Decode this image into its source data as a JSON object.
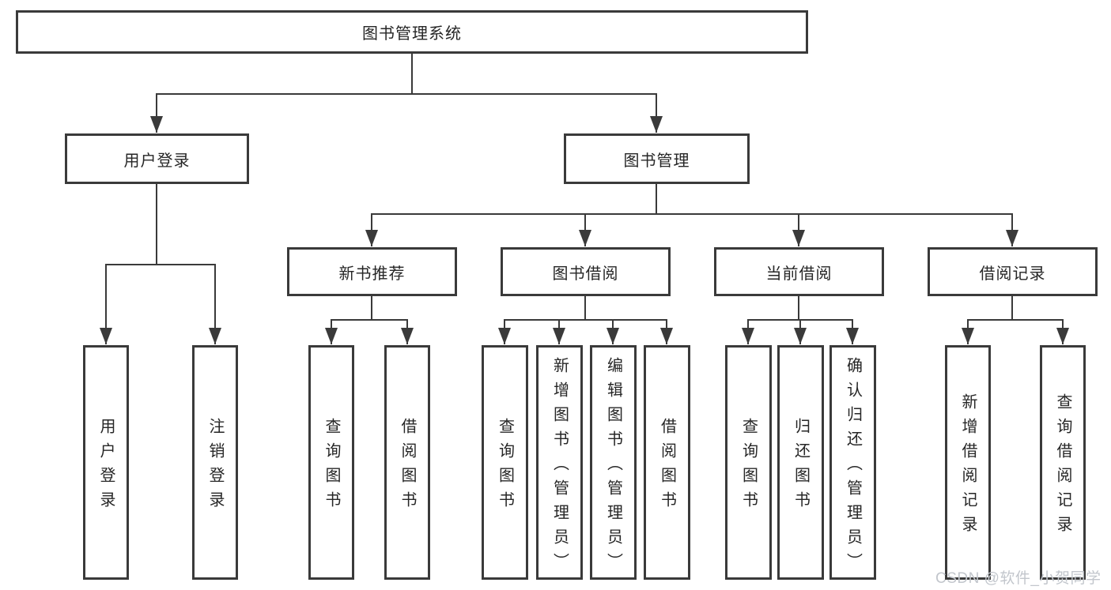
{
  "diagram": {
    "type": "hierarchy-tree",
    "root": {
      "label": "图书管理系统"
    },
    "level2": [
      {
        "label": "用户登录"
      },
      {
        "label": "图书管理"
      }
    ],
    "level3": [
      {
        "label": "新书推荐",
        "parent": "图书管理"
      },
      {
        "label": "图书借阅",
        "parent": "图书管理"
      },
      {
        "label": "当前借阅",
        "parent": "图书管理"
      },
      {
        "label": "借阅记录",
        "parent": "图书管理"
      }
    ],
    "leaves": [
      {
        "label": "用户登录",
        "parent": "用户登录"
      },
      {
        "label": "注销登录",
        "parent": "用户登录"
      },
      {
        "label": "查询图书",
        "parent": "新书推荐"
      },
      {
        "label": "借阅图书",
        "parent": "新书推荐"
      },
      {
        "label": "查询图书",
        "parent": "图书借阅"
      },
      {
        "label": "新增图书（管理员）",
        "parent": "图书借阅"
      },
      {
        "label": "编辑图书（管理员）",
        "parent": "图书借阅"
      },
      {
        "label": "借阅图书",
        "parent": "图书借阅"
      },
      {
        "label": "查询图书",
        "parent": "当前借阅"
      },
      {
        "label": "归还图书",
        "parent": "当前借阅"
      },
      {
        "label": "确认归还（管理员）",
        "parent": "当前借阅"
      },
      {
        "label": "新增借阅记录",
        "parent": "借阅记录"
      },
      {
        "label": "查询借阅记录",
        "parent": "借阅记录"
      }
    ]
  },
  "watermark": "CSDN @软件_小贺同学",
  "colors": {
    "line": "#3a3a3a",
    "box_border": "#3a3a3a",
    "text": "#262626",
    "background": "#ffffff",
    "watermark": "#c2c6cc"
  }
}
